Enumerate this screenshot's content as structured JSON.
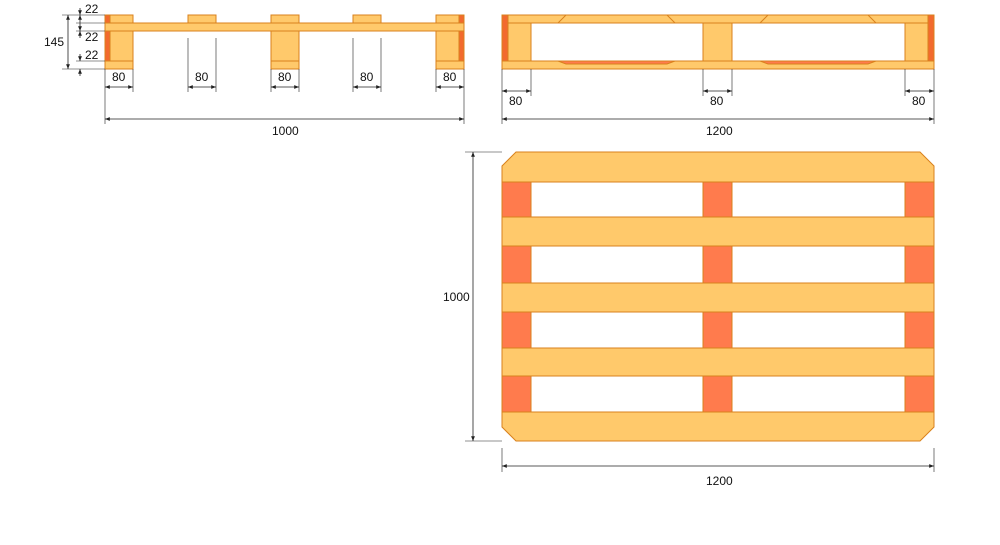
{
  "colors": {
    "board": "#FFC96B",
    "block": "#FF7B4D",
    "outline": "#D9811C",
    "dimension_line": "#222222"
  },
  "side_view": {
    "height_total": "145",
    "board_thickness_top": "22",
    "block_height": "22",
    "board_thickness_bottom": "22",
    "block_widths": [
      "80",
      "80",
      "80",
      "80",
      "80"
    ],
    "overall_width": "1000"
  },
  "end_view": {
    "block_widths": [
      "80",
      "80",
      "80"
    ],
    "overall_width": "1200"
  },
  "top_view": {
    "depth": "1000",
    "width": "1200"
  }
}
